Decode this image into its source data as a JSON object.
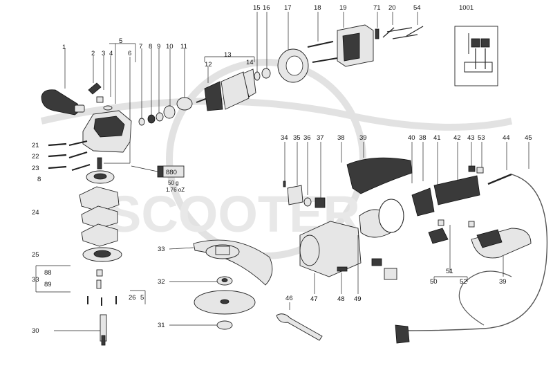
{
  "watermark": "SCOOTER",
  "tube": {
    "number": "880",
    "weight_g": "50 g",
    "weight_oz": "1.76 oZ"
  },
  "labels": {
    "l1": "1",
    "l2": "2",
    "l3": "3",
    "l4": "4",
    "l5": "5",
    "l6": "6",
    "l7": "7",
    "l8": "8",
    "l9": "9",
    "l10": "10",
    "l11": "11",
    "l12": "12",
    "l13": "13",
    "l14": "14",
    "l15": "15",
    "l16": "16",
    "l17": "17",
    "l18": "18",
    "l19": "19",
    "l71": "71",
    "l20": "20",
    "l54": "54",
    "l1001": "1001",
    "l21": "21",
    "l22": "22",
    "l23": "23",
    "l8b": "8",
    "l24": "24",
    "l25": "25",
    "l33": "33",
    "l88": "88",
    "l89": "89",
    "l26": "26",
    "l5b": "5",
    "l30": "30",
    "l33b": "33",
    "l32": "32",
    "l31": "31",
    "l46": "46",
    "l34": "34",
    "l35": "35",
    "l36": "36",
    "l37": "37",
    "l38": "38",
    "l39": "39",
    "l40": "40",
    "l38b": "38",
    "l41": "41",
    "l42": "42",
    "l43": "43",
    "l53": "53",
    "l44": "44",
    "l45": "45",
    "l47": "47",
    "l48": "48",
    "l49": "49",
    "l51": "51",
    "l50": "50",
    "l52": "52",
    "l39b": "39"
  }
}
